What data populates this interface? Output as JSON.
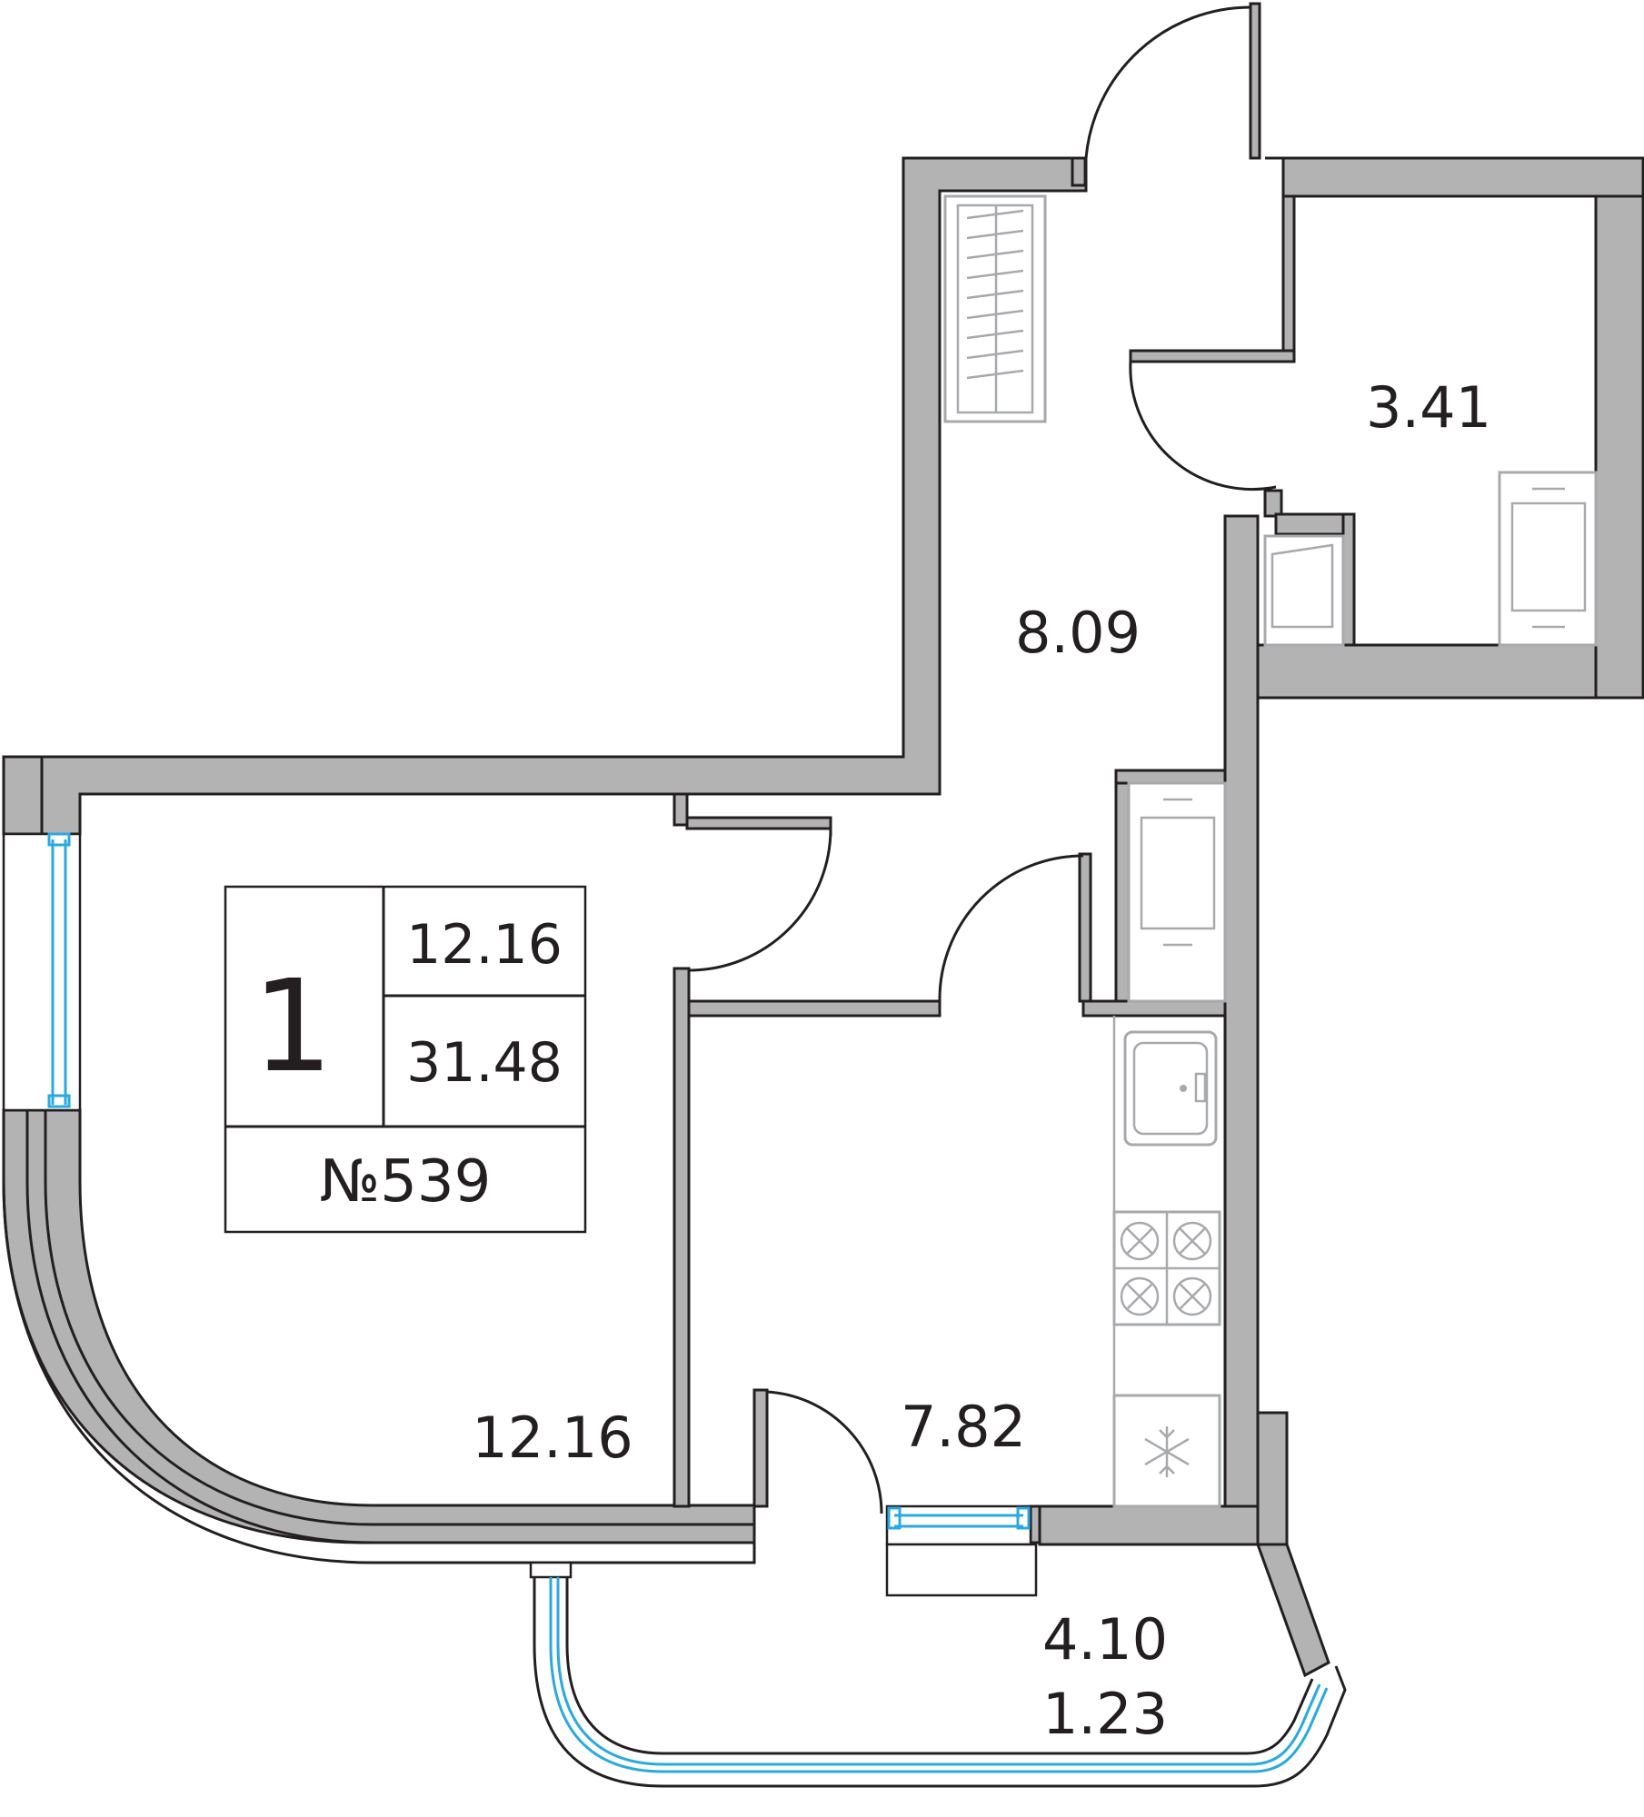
{
  "apartment": {
    "rooms_count": "1",
    "living_area": "12.16",
    "total_area": "31.48",
    "number": "№539"
  },
  "rooms": {
    "bathroom_area": "3.41",
    "hall_area": "8.09",
    "living_room_area": "12.16",
    "kitchen_area": "7.82",
    "balcony_area": "4.10",
    "balcony_reduced_area": "1.23"
  },
  "colors": {
    "wall_fill": "#b3b3b3",
    "outline": "#231f20",
    "fixture": "#a7a9ac",
    "glass": "#29a9e1"
  },
  "icons": [
    "snowflake-icon",
    "sink-icon",
    "stove-icon",
    "toilet-icon",
    "bathtub-icon",
    "wardrobe-icon"
  ]
}
